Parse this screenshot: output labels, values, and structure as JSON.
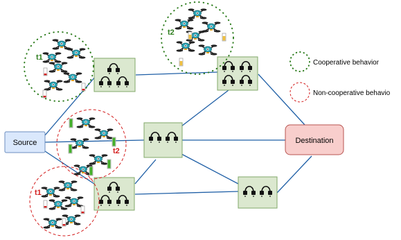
{
  "source": {
    "label": "Source"
  },
  "destination": {
    "label": "Destination"
  },
  "legend": {
    "cooperative": "Cooperative behavior",
    "non_cooperative": "Non-cooperative behavio"
  },
  "clusters": [
    {
      "label": "t1",
      "behavior": "cooperative",
      "label_color": "#2e7d1e"
    },
    {
      "label": "t2",
      "behavior": "cooperative",
      "label_color": "#2e7d1e"
    },
    {
      "label": "t2",
      "behavior": "non-cooperative",
      "label_color": "#d42020"
    },
    {
      "label": "t1",
      "behavior": "non-cooperative",
      "label_color": "#d42020"
    }
  ],
  "colors": {
    "link": "#1f5fa6",
    "router_fill": "#dbe8cf",
    "router_stroke": "#82a86a",
    "source_fill": "#dae8fc",
    "source_stroke": "#6c8ebf",
    "destination_fill": "#f8cecc",
    "destination_stroke": "#b85450",
    "cooperative": "#2e7d1e",
    "non_cooperative": "#d42020",
    "drone_body": "#2aa3b4"
  },
  "icons": {
    "router": "router-icon",
    "drone": "drone-icon",
    "battery": "battery-icon"
  }
}
